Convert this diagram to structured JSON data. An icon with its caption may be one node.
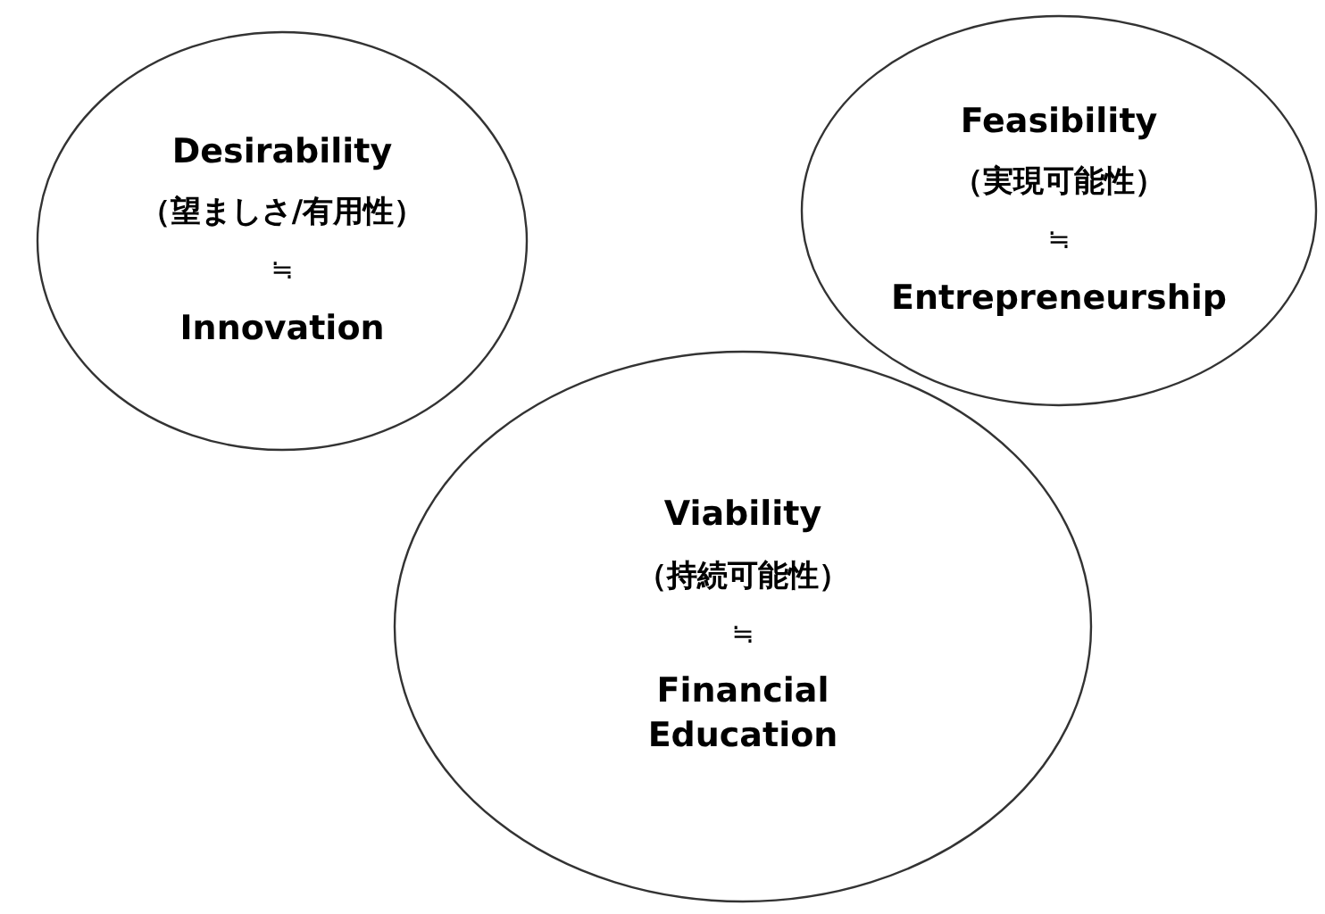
{
  "diagram": {
    "nodes": [
      {
        "text": [
          "Desirability",
          "（望ましさ/有用性）",
          "≒",
          "Innovation"
        ]
      },
      {
        "text": [
          "Feasibility",
          "（実現可能性）",
          "≒",
          "Entrepreneurship"
        ]
      },
      {
        "text": [
          "Viability",
          "（持続可能性）",
          "≒",
          "Financial Education"
        ]
      }
    ]
  }
}
